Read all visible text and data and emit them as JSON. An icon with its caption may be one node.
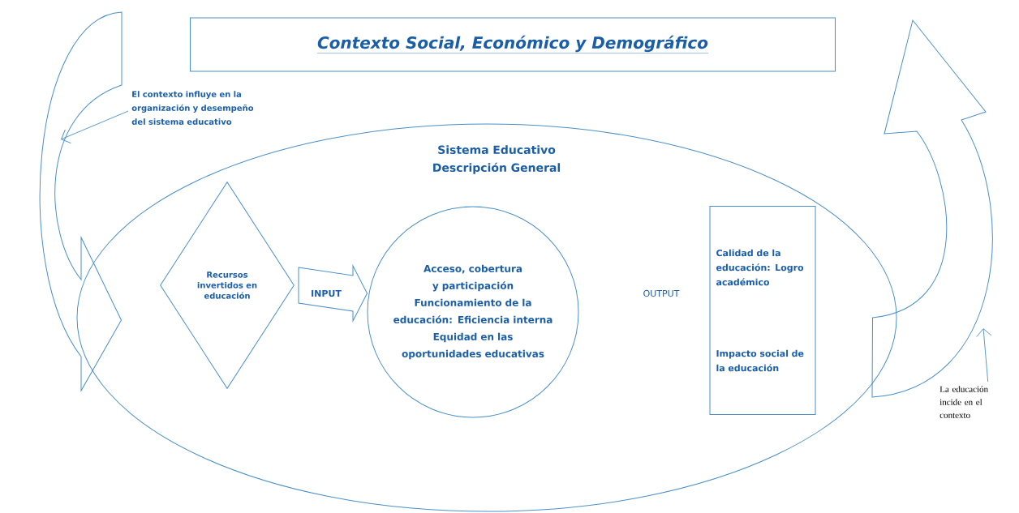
{
  "diagram": {
    "nodes": [
      {
        "text": [
          "Contexto Social, Económico y Demográfico"
        ]
      },
      {
        "text": [
          "Sistema Educativo Descripción General"
        ]
      },
      {
        "text": [
          "Recursos invertidos en educación"
        ],
        "in": 1
      },
      {
        "text": [
          "Acceso, cobertura y participación",
          "Funcionamiento de la educación: Eficiencia interna",
          "Equidad en las oportunidades educativas"
        ],
        "in": 1
      },
      {
        "text": [
          "Calidad de la educación: Logro académico",
          "Impacto social de la educación"
        ],
        "in": 1
      },
      {
        "text": [
          "El contexto influye en la organización y desempeño del sistema educativo"
        ]
      },
      {
        "text": [
          "La educación incide en el contexto"
        ]
      }
    ],
    "edges": [
      {
        "from": null,
        "to": 1,
        "arrow": "to"
      },
      {
        "from": 1,
        "to": null,
        "arrow": "to"
      },
      {
        "from": 2,
        "to": 3,
        "arrow": "to",
        "label": "INPUT"
      },
      {
        "from": 5,
        "to": null,
        "arrow": "to"
      },
      {
        "from": 6,
        "to": null,
        "arrow": "to"
      }
    ],
    "labels": [
      "OUTPUT"
    ]
  }
}
